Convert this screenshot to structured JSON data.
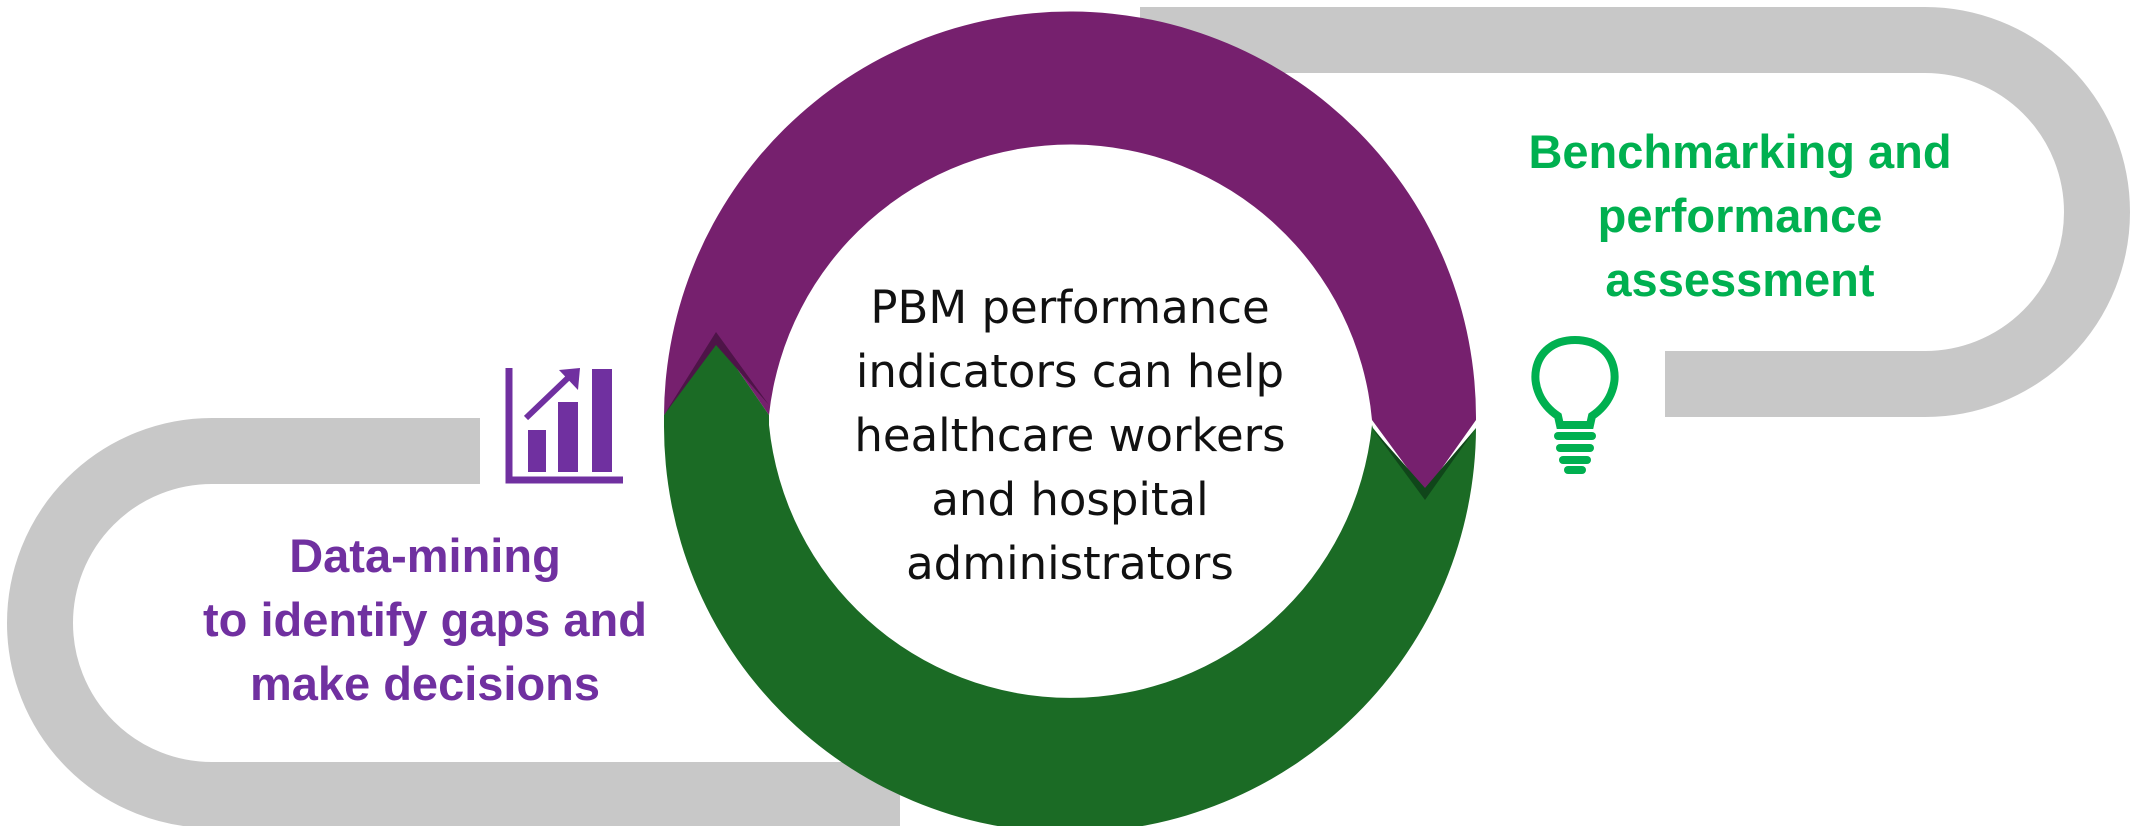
{
  "colors": {
    "track": "#c8c8c8",
    "ring_top": "#76206e",
    "ring_bottom": "#1b6b25",
    "purple_text": "#7030a0",
    "green_text": "#00b050",
    "center_text": "#111111"
  },
  "icons": {
    "left": "bar-chart-growth-icon",
    "right": "lightbulb-icon"
  },
  "center": {
    "lines": [
      "PBM performance",
      "indicators can help",
      "healthcare workers",
      "and hospital",
      "administrators"
    ]
  },
  "left_label": {
    "lines": [
      "Data-mining",
      "to identify gaps and",
      "make decisions"
    ]
  },
  "right_label": {
    "lines": [
      "Benchmarking and",
      "performance",
      "assessment"
    ]
  }
}
